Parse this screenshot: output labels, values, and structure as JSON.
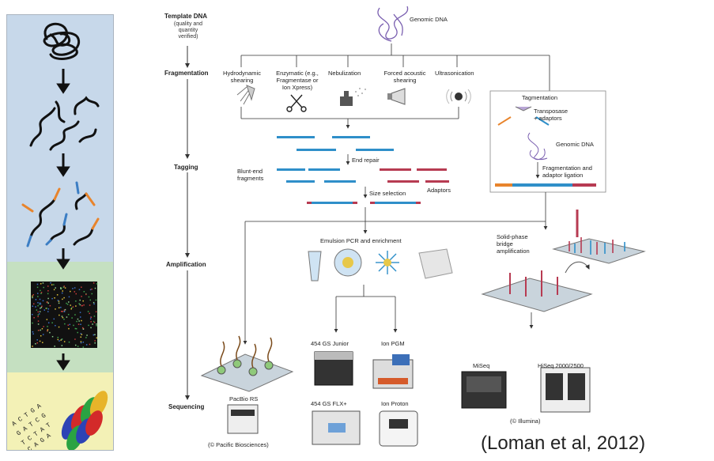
{
  "stages": {
    "template": "Template DNA",
    "template_sub": [
      "(quality and",
      "quantity",
      "verified)"
    ],
    "fragmentation": "Fragmentation",
    "tagging": "Tagging",
    "amplification": "Amplification",
    "sequencing": "Sequencing"
  },
  "labels": {
    "genomic_dna": "Genomic DNA",
    "hydrodynamic": [
      "Hydrodynamic",
      "shearing"
    ],
    "enzymatic": [
      "Enzymatic (e.g.,",
      "Fragmentase or",
      "Ion Xpress)"
    ],
    "nebulization": "Nebulization",
    "forced_acoustic": [
      "Forced acoustic",
      "shearing"
    ],
    "ultrasonication": "Ultrasonication",
    "tagmentation": "Tagmentation",
    "transposase": [
      "Transposase",
      "+ adaptors"
    ],
    "genomic_dna_2": "Genomic DNA",
    "frag_ligation": [
      "Fragmentation and",
      "adaptor ligation"
    ],
    "end_repair": "End repair",
    "blunt_end": [
      "Blunt-end",
      "fragments"
    ],
    "adaptors": "Adaptors",
    "size_selection": "Size selection",
    "emulsion_pcr": "Emulsion PCR and enrichment",
    "solid_phase": [
      "Solid-phase",
      "bridge",
      "amplification"
    ],
    "gs_junior": "454 GS Junior",
    "ion_pgm": "Ion PGM",
    "gs_flx": "454 GS FLX+",
    "ion_proton": "Ion Proton",
    "pacbio": "PacBio RS",
    "pacbio_credit": "(© Pacific Biosciences)",
    "miseq": "MiSeq",
    "hiseq": "HiSeq 2000/2500",
    "illumina_credit": "(© Illumina)"
  },
  "citation": "(Loman et al, 2012)",
  "left_sequence_letters": [
    "A C T G A",
    "G A T C G",
    "T C T A T",
    "C A G A"
  ],
  "colors": {
    "band_blue": "#c7d8ea",
    "band_green": "#c5e0c1",
    "band_yellow": "#f3f1b6",
    "dna_blue": "#2f8fc9",
    "adaptor_red": "#b73b52",
    "genomic_purple": "#7a5fb0",
    "arrow": "#333333"
  }
}
